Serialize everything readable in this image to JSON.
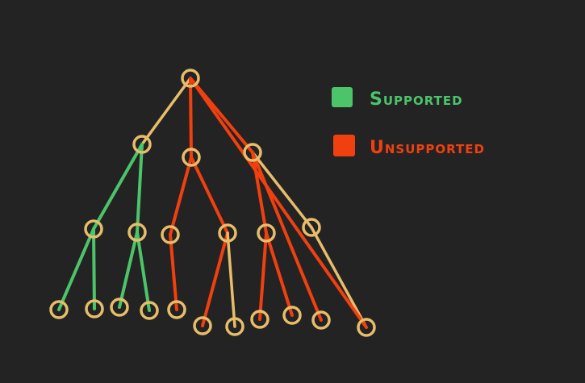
{
  "colors": {
    "background": "#232323",
    "node": "#e8bd6a",
    "supported": "#4cc46a",
    "unsupported": "#f0400f"
  },
  "legend": [
    {
      "label": "Supported",
      "color": "#4cc46a"
    },
    {
      "label": "Unsupported",
      "color": "#f0400f"
    }
  ],
  "tree": {
    "nodes": [
      "root",
      "a",
      "b",
      "c",
      "a1",
      "a2",
      "b1",
      "b2",
      "c1",
      "c2",
      "l1",
      "l2",
      "l3",
      "l4",
      "l5",
      "l6",
      "l7",
      "l8",
      "l9",
      "l10",
      "l11",
      "l12"
    ],
    "edges": [
      {
        "from": "root",
        "to": "a",
        "status": "plain"
      },
      {
        "from": "root",
        "to": "b",
        "status": "unsupported"
      },
      {
        "from": "root",
        "to": "c",
        "status": "unsupported"
      },
      {
        "from": "a",
        "to": "a1",
        "status": "supported"
      },
      {
        "from": "a",
        "to": "a2",
        "status": "supported"
      },
      {
        "from": "b",
        "to": "b1",
        "status": "unsupported"
      },
      {
        "from": "b",
        "to": "b2",
        "status": "unsupported"
      },
      {
        "from": "c",
        "to": "c1",
        "status": "unsupported"
      },
      {
        "from": "c",
        "to": "c2",
        "status": "plain"
      },
      {
        "from": "a1",
        "to": "l1",
        "status": "supported"
      },
      {
        "from": "a1",
        "to": "l2",
        "status": "supported"
      },
      {
        "from": "a2",
        "to": "l3",
        "status": "supported"
      },
      {
        "from": "a2",
        "to": "l4",
        "status": "supported"
      },
      {
        "from": "b1",
        "to": "l5",
        "status": "unsupported"
      },
      {
        "from": "b2",
        "to": "l6",
        "status": "unsupported"
      },
      {
        "from": "b2",
        "to": "l7",
        "status": "plain"
      },
      {
        "from": "c1",
        "to": "l8",
        "status": "unsupported"
      },
      {
        "from": "c1",
        "to": "l9",
        "status": "unsupported"
      },
      {
        "from": "c",
        "to": "l10",
        "status": "unsupported"
      },
      {
        "from": "c2",
        "to": "l11",
        "status": "plain"
      },
      {
        "from": "root",
        "to": "l11",
        "status": "unsupported"
      }
    ]
  }
}
